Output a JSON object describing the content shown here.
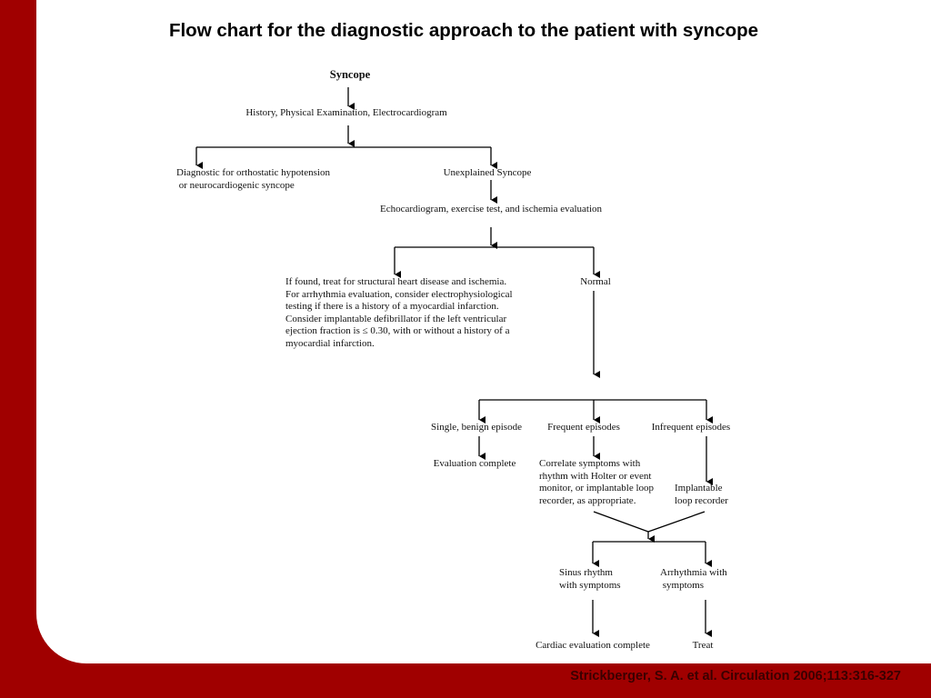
{
  "slide": {
    "title": "Flow chart for the diagnostic approach to the patient with syncope",
    "citation": "Strickberger, S. A. et al. Circulation 2006;113:316-327"
  },
  "flowchart": {
    "syncope": "Syncope",
    "initial_evaluation": "History, Physical Examination, Electrocardiogram",
    "diagnostic_orthostatic": "Diagnostic for orthostatic hypotension\n or neurocardiogenic syncope",
    "unexplained_syncope": "Unexplained Syncope",
    "further_testing": "Echocardiogram, exercise test, and ischemia evaluation",
    "structural_finding": "If found, treat for structural heart disease and ischemia.\nFor arrhythmia evaluation, consider electrophysiological\ntesting if there is a history of a myocardial infarction.\nConsider implantable defibrillator if the left ventricular\nejection fraction is ≤ 0.30, with or without a history of a\nmyocardial infarction.",
    "normal": "Normal",
    "single_episode": "Single, benign episode",
    "frequent_episodes": "Frequent episodes",
    "infrequent_episodes": "Infrequent episodes",
    "evaluation_complete": "Evaluation complete",
    "correlate_symptoms": "Correlate symptoms with\nrhythm with Holter or event\nmonitor, or implantable loop\nrecorder, as appropriate.",
    "implantable_loop": "Implantable\nloop recorder",
    "sinus_rhythm": "Sinus rhythm\nwith symptoms",
    "arrhythmia_symptoms": "Arrhythmia with\n symptoms",
    "cardiac_complete": "Cardiac evaluation complete",
    "treat": "Treat"
  }
}
